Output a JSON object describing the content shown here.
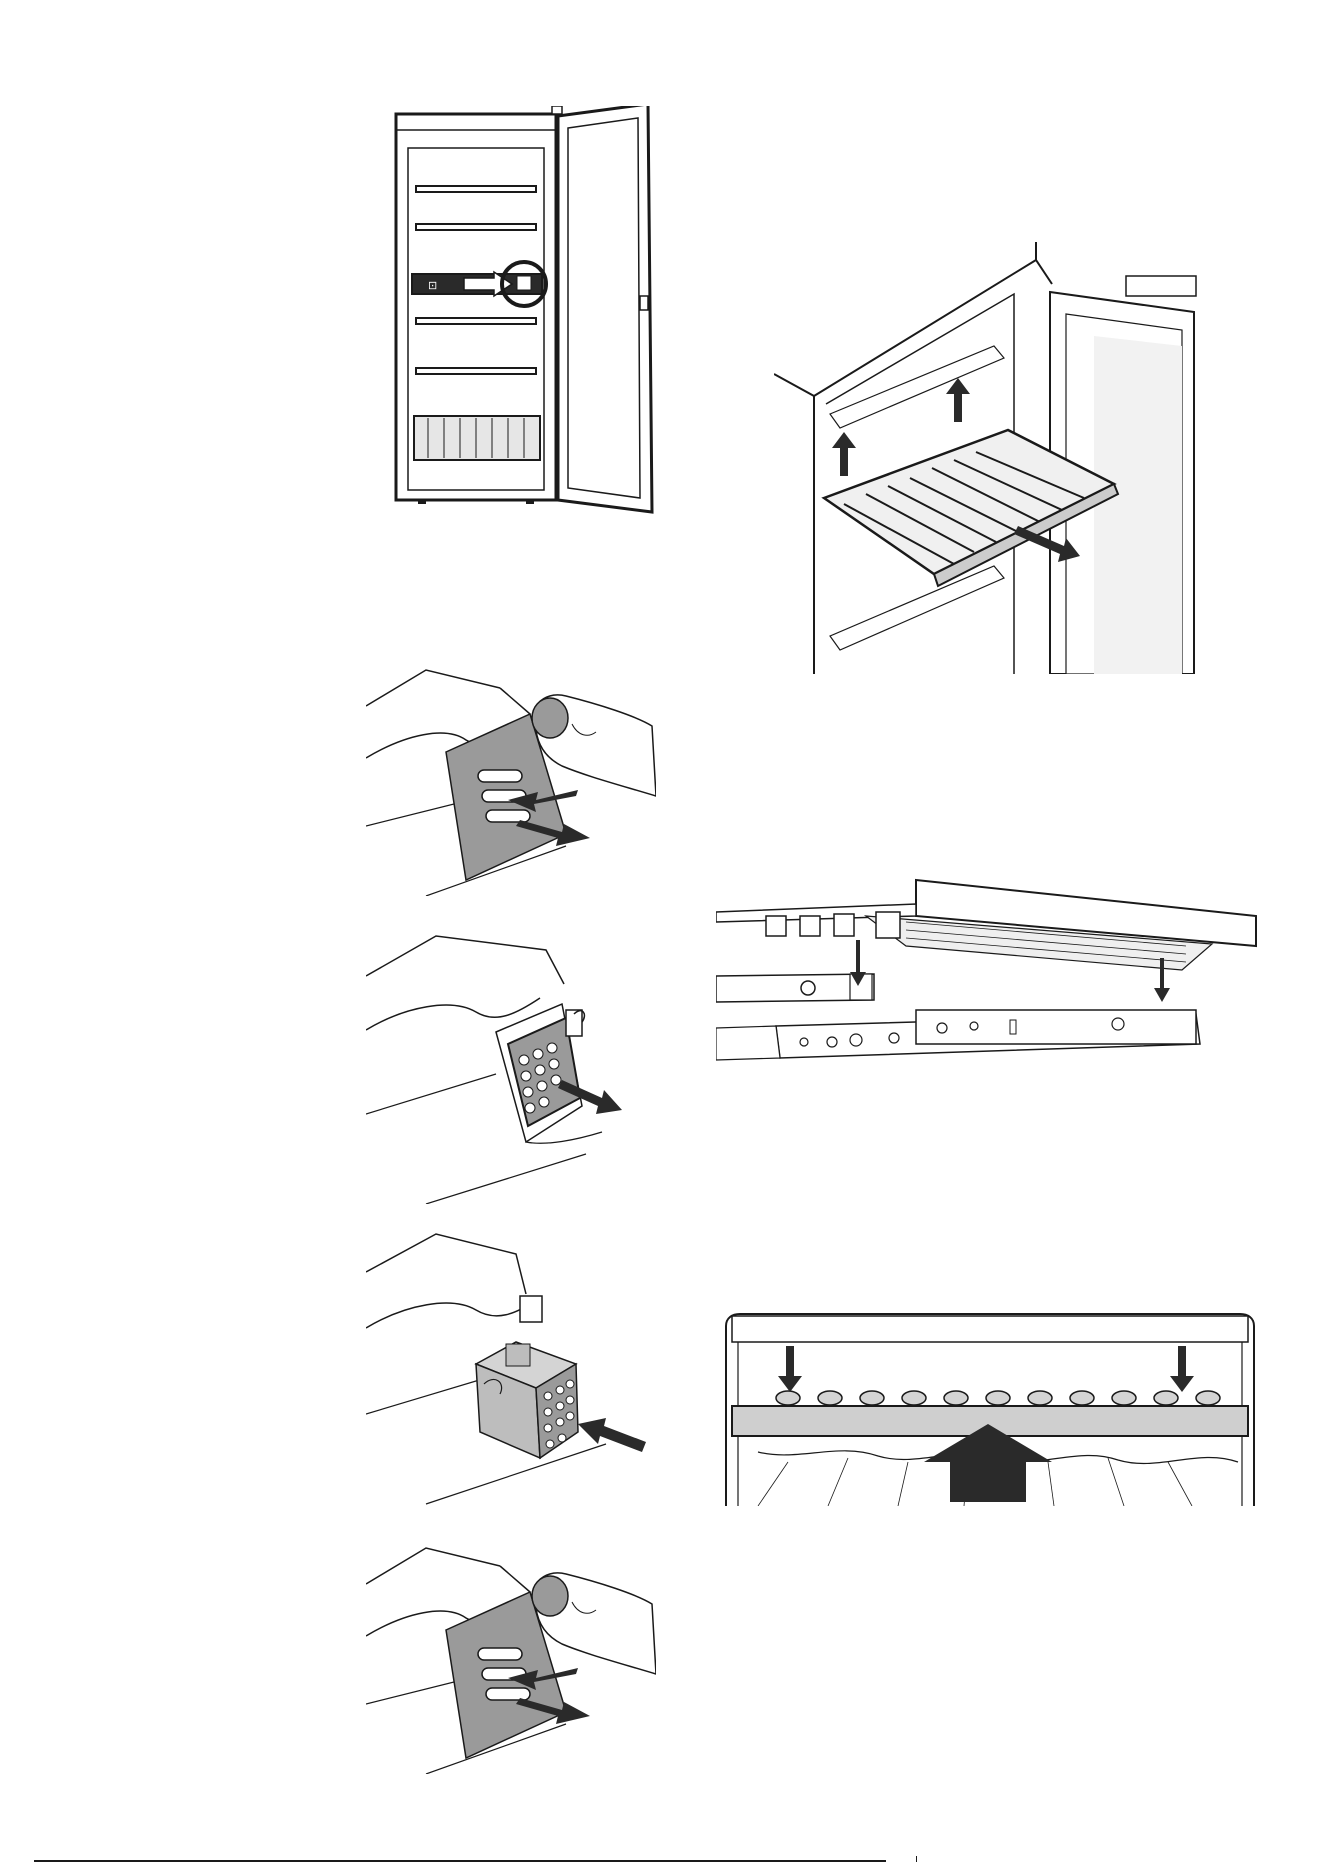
{
  "page": {
    "figures": [
      {
        "id": "fig-fridge-front",
        "icon": "fridge-open-door-illustration",
        "label_chars": [
          "⊡",
          "⊡"
        ]
      },
      {
        "id": "fig-shelf-lift",
        "icon": "shelf-removal-illustration"
      },
      {
        "id": "fig-clip-press-1",
        "icon": "finger-press-clip-illustration"
      },
      {
        "id": "fig-cartridge-pull",
        "icon": "filter-cartridge-removal-illustration"
      },
      {
        "id": "fig-cartridge-insert",
        "icon": "filter-cartridge-insert-illustration"
      },
      {
        "id": "fig-clip-press-2",
        "icon": "finger-press-clip-illustration"
      },
      {
        "id": "fig-rail-attach",
        "icon": "shelf-rail-mount-illustration"
      },
      {
        "id": "fig-shelf-insert",
        "icon": "shelf-insert-front-illustration"
      }
    ],
    "colors": {
      "line": "#1a1a1a",
      "gray": "#9a9a9a",
      "light_gray": "#d4d4d4",
      "dark": "#333333"
    }
  }
}
